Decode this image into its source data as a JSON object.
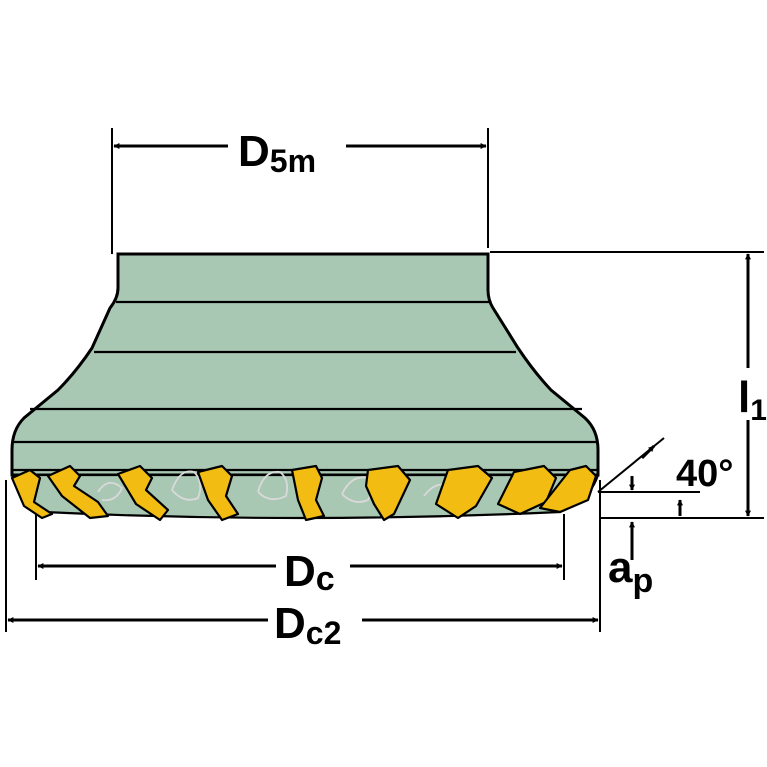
{
  "labels": {
    "d5m_main": "D",
    "d5m_sub": "5m",
    "l1_main": "l",
    "l1_sub": "1",
    "angle": "40°",
    "dc_main": "D",
    "dc_sub": "c",
    "dc2_main": "D",
    "dc2_sub": "c2",
    "ap_main": "a",
    "ap_sub": "p"
  },
  "colors": {
    "body": "#a9c8b4",
    "insert": "#f2bc12",
    "insert_back": "#d9d9d9",
    "line": "#000000",
    "background": "#ffffff"
  }
}
